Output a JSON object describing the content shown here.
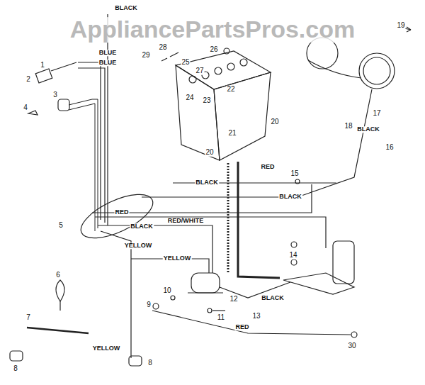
{
  "diagram": {
    "labels": [
      "AppliancePartsPros.com",
      "BLACK",
      "19",
      "BLUE",
      "BLUE",
      "1",
      "2",
      "3",
      "4",
      "29",
      "28",
      "26",
      "25",
      "27",
      "24",
      "23",
      "22",
      "21",
      "20",
      "20",
      "RED",
      "BLACK",
      "18",
      "17",
      "BLACK",
      "16",
      "15",
      "BLACK",
      "RED",
      "BLACK",
      "RED/WHITE",
      "5",
      "YELLOW",
      "14",
      "YELLOW",
      "10",
      "9",
      "11",
      "12",
      "13",
      "BLACK",
      "6",
      "7",
      "8",
      "8",
      "YELLOW",
      "RED",
      "30"
    ]
  }
}
